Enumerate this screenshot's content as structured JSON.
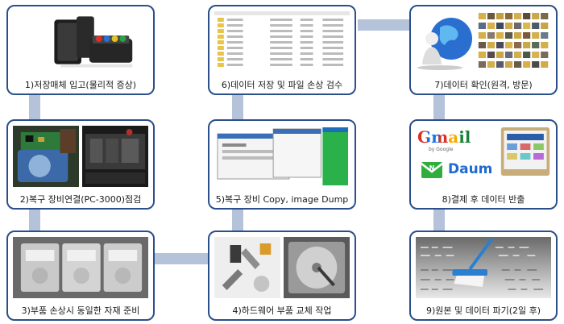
{
  "steps": [
    {
      "id": 1,
      "label": "1)저장매체 입고(물리적 증상)",
      "icons": [
        "hard-drive-enclosure-icon"
      ]
    },
    {
      "id": 2,
      "label": "2)복구 장비연결(PC-3000)점검",
      "icons": [
        "circuit-board-photo",
        "drive-testing-photo"
      ]
    },
    {
      "id": 3,
      "label": "3)부품 손상시 동일한 자재 준비",
      "icons": [
        "spare-hard-drives-photo"
      ]
    },
    {
      "id": 4,
      "label": "4)하드웨어 부품 교체 작업",
      "icons": [
        "drive-tools-photo",
        "open-hard-drive-photo"
      ]
    },
    {
      "id": 5,
      "label": "5)복구 장비 Copy, image Dump",
      "icons": [
        "recovery-software-screenshot"
      ]
    },
    {
      "id": 6,
      "label": "6)데이터 저장 및 파일 손상 검수",
      "icons": [
        "file-list-screenshot"
      ]
    },
    {
      "id": 7,
      "label": "7)데이터 확인(원격, 방문)",
      "icons": [
        "globe-person-icon",
        "thumbnail-grid-icon"
      ]
    },
    {
      "id": 8,
      "label": "8)결제 후 데이터 반출",
      "icons": [
        "gmail-logo",
        "daum-logo",
        "mail-icon",
        "data-screen-photo"
      ]
    },
    {
      "id": 9,
      "label": "9)원본 및 데이터 파기(2일 후)",
      "icons": [
        "data-wipe-broom-photo"
      ]
    }
  ],
  "logos": {
    "gmail": "Gmail",
    "gmail_sub": "by Google",
    "daum": "Daum"
  },
  "colors": {
    "border": "#2a4f8a",
    "connector": "#b4c2da"
  }
}
